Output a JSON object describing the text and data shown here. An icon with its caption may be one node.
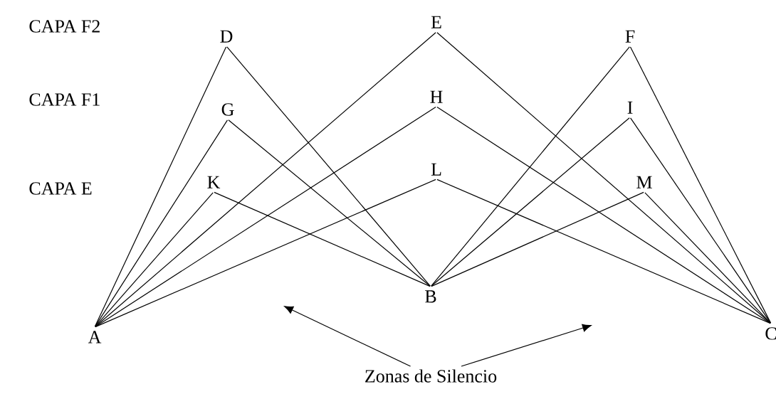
{
  "diagram": {
    "nodes": [
      {
        "text": [
          "D"
        ]
      },
      {
        "text": [
          "E"
        ]
      },
      {
        "text": [
          "F"
        ]
      },
      {
        "text": [
          "G"
        ]
      },
      {
        "text": [
          "H"
        ]
      },
      {
        "text": [
          "I"
        ]
      },
      {
        "text": [
          "K"
        ]
      },
      {
        "text": [
          "L"
        ]
      },
      {
        "text": [
          "M"
        ]
      },
      {
        "text": [
          "B"
        ]
      },
      {
        "text": [
          "A"
        ]
      },
      {
        "text": [
          "C"
        ]
      },
      {
        "text": [
          "Zonas de Silencio"
        ]
      }
    ],
    "edges": [
      {
        "from": 10,
        "to": 0,
        "arrow": "none"
      },
      {
        "from": 10,
        "to": 3,
        "arrow": "none"
      },
      {
        "from": 10,
        "to": 6,
        "arrow": "none"
      },
      {
        "from": 10,
        "to": 1,
        "arrow": "none"
      },
      {
        "from": 10,
        "to": 4,
        "arrow": "none"
      },
      {
        "from": 10,
        "to": 7,
        "arrow": "none"
      },
      {
        "from": 0,
        "to": 9,
        "arrow": "none"
      },
      {
        "from": 3,
        "to": 9,
        "arrow": "none"
      },
      {
        "from": 6,
        "to": 9,
        "arrow": "none"
      },
      {
        "from": 9,
        "to": 2,
        "arrow": "none"
      },
      {
        "from": 9,
        "to": 5,
        "arrow": "none"
      },
      {
        "from": 9,
        "to": 8,
        "arrow": "none"
      },
      {
        "from": 1,
        "to": 11,
        "arrow": "none"
      },
      {
        "from": 4,
        "to": 11,
        "arrow": "none"
      },
      {
        "from": 7,
        "to": 11,
        "arrow": "none"
      },
      {
        "from": 2,
        "to": 11,
        "arrow": "none"
      },
      {
        "from": 5,
        "to": 11,
        "arrow": "none"
      },
      {
        "from": 8,
        "to": 11,
        "arrow": "none"
      },
      {
        "from": 12,
        "to": null,
        "arrow": "to"
      },
      {
        "from": 12,
        "to": null,
        "arrow": "to"
      }
    ],
    "labels": [
      "CAPA F2",
      "CAPA F1",
      "CAPA E"
    ]
  }
}
